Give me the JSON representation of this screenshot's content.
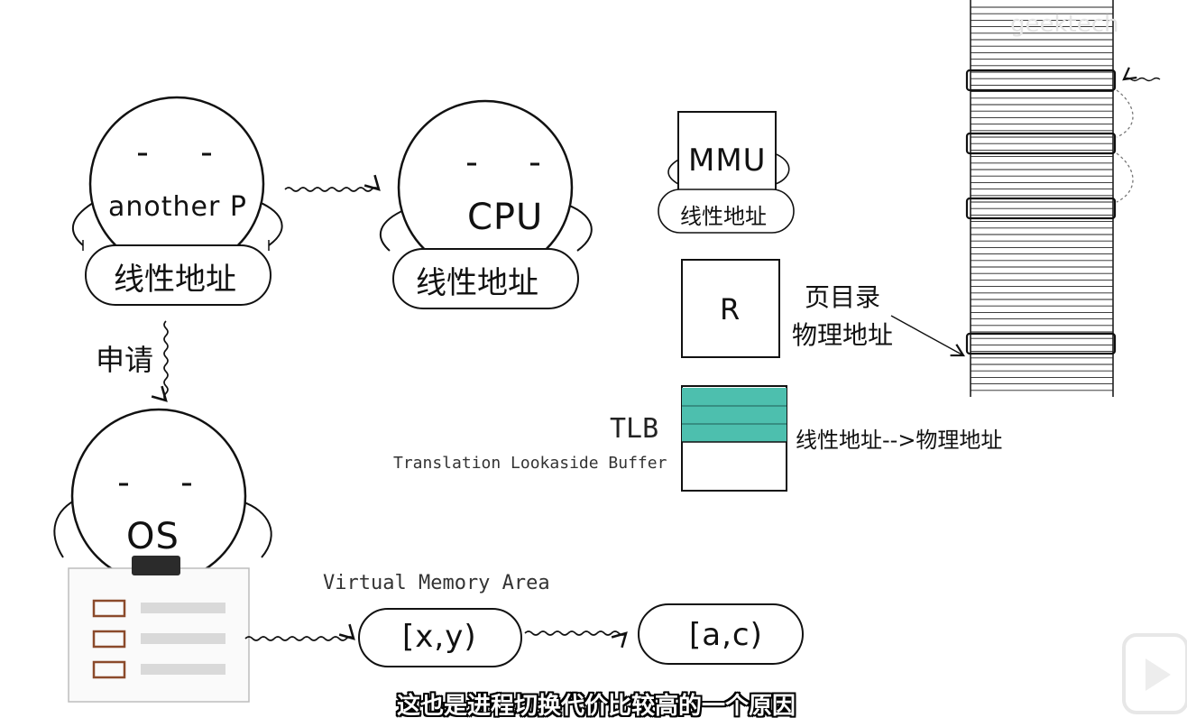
{
  "watermark": "geektech",
  "characters": {
    "another_p": {
      "name": "another P",
      "label": "线性地址"
    },
    "cpu": {
      "name": "CPU",
      "label": "线性地址"
    },
    "os": {
      "name": "OS"
    }
  },
  "arrow_labels": {
    "request": "申请"
  },
  "mmu": {
    "name": "MMU",
    "label": "线性地址"
  },
  "register": {
    "name": "R",
    "caption_line1": "页目录",
    "caption_line2": "物理地址"
  },
  "tlb": {
    "name": "TLB",
    "full_name": "Translation Lookaside Buffer",
    "mapping": "线性地址-->物理地址",
    "accent_color": "#4dbfae"
  },
  "vma": {
    "title": "Virtual Memory Area",
    "range1": "[x,y)",
    "range2": "[a,c)"
  },
  "subtitle": "这也是进程切换代价比较高的一个原因",
  "colors": {
    "stroke": "#111111",
    "doc_checkbox": "#8b4a2b",
    "doc_line": "#d9d9d9"
  }
}
